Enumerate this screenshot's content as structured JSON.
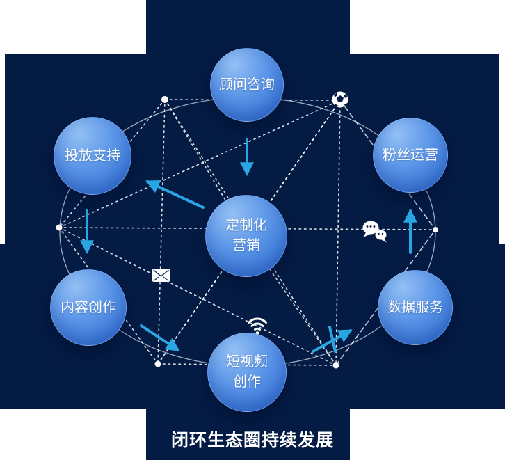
{
  "title": "闭环生态圈持续发展",
  "nodes": [
    {
      "id": "advisory",
      "lines": [
        "顾问咨询"
      ]
    },
    {
      "id": "ad-support",
      "lines": [
        "投放支持"
      ]
    },
    {
      "id": "fan-operations",
      "lines": [
        "粉丝运营"
      ]
    },
    {
      "id": "custom-marketing",
      "lines": [
        "定制化",
        "营销"
      ]
    },
    {
      "id": "content-creation",
      "lines": [
        "内容创作"
      ]
    },
    {
      "id": "data-services",
      "lines": [
        "数据服务"
      ]
    },
    {
      "id": "short-video",
      "lines": [
        "短视频",
        "创作"
      ]
    }
  ],
  "icons": [
    {
      "name": "football-icon"
    },
    {
      "name": "wechat-icon"
    },
    {
      "name": "envelope-icon"
    },
    {
      "name": "wifi-icon"
    }
  ],
  "colors": {
    "background_navy": "#041b44",
    "node_gradient_top": "#93c0f4",
    "node_gradient_bottom": "#2a6bd3",
    "arrow_blue": "#29a5e1",
    "line_white": "#ffffff"
  }
}
